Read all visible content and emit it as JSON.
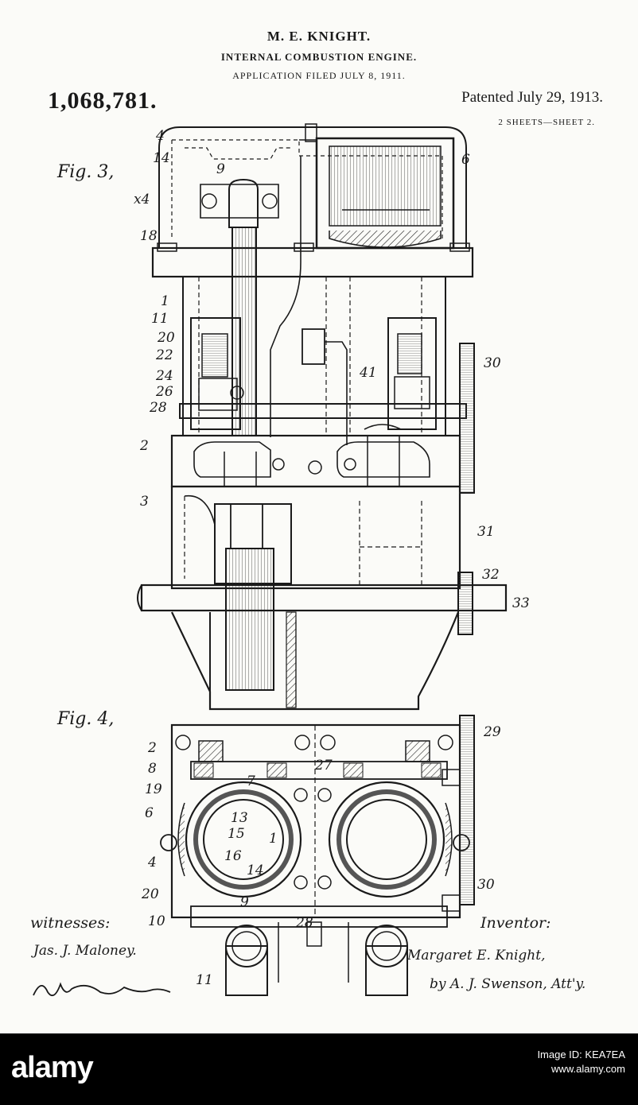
{
  "header": {
    "inventor_name": "M. E. KNIGHT.",
    "title": "INTERNAL COMBUSTION ENGINE.",
    "filed": "APPLICATION FILED JULY 8, 1911.",
    "patent_number": "1,068,781.",
    "patented": "Patented July 29, 1913.",
    "sheet_count": "2 SHEETS—SHEET 2."
  },
  "figures": {
    "fig3_label": "Fig. 3,",
    "fig4_label": "Fig. 4,",
    "fig3_refs": [
      "4",
      "14",
      "9",
      "x4",
      "18",
      "6",
      "1",
      "11",
      "20",
      "22",
      "24",
      "26",
      "28",
      "41",
      "30",
      "2",
      "3",
      "31",
      "32",
      "33"
    ],
    "fig4_refs": [
      "2",
      "8",
      "19",
      "6",
      "4",
      "20",
      "10",
      "7",
      "13",
      "15",
      "1",
      "16",
      "14",
      "9",
      "27",
      "28",
      "29",
      "30",
      "11"
    ]
  },
  "signatures": {
    "witnesses_label": "witnesses:",
    "witness_1": "Jas. J. Maloney.",
    "inventor_label": "Inventor:",
    "inventor": "Margaret E. Knight,",
    "attorney": "by A. J. Swenson, Att'y."
  },
  "footer": {
    "logo": "alamy",
    "image_id": "Image ID: KEA7EA",
    "url": "www.alamy.com"
  }
}
